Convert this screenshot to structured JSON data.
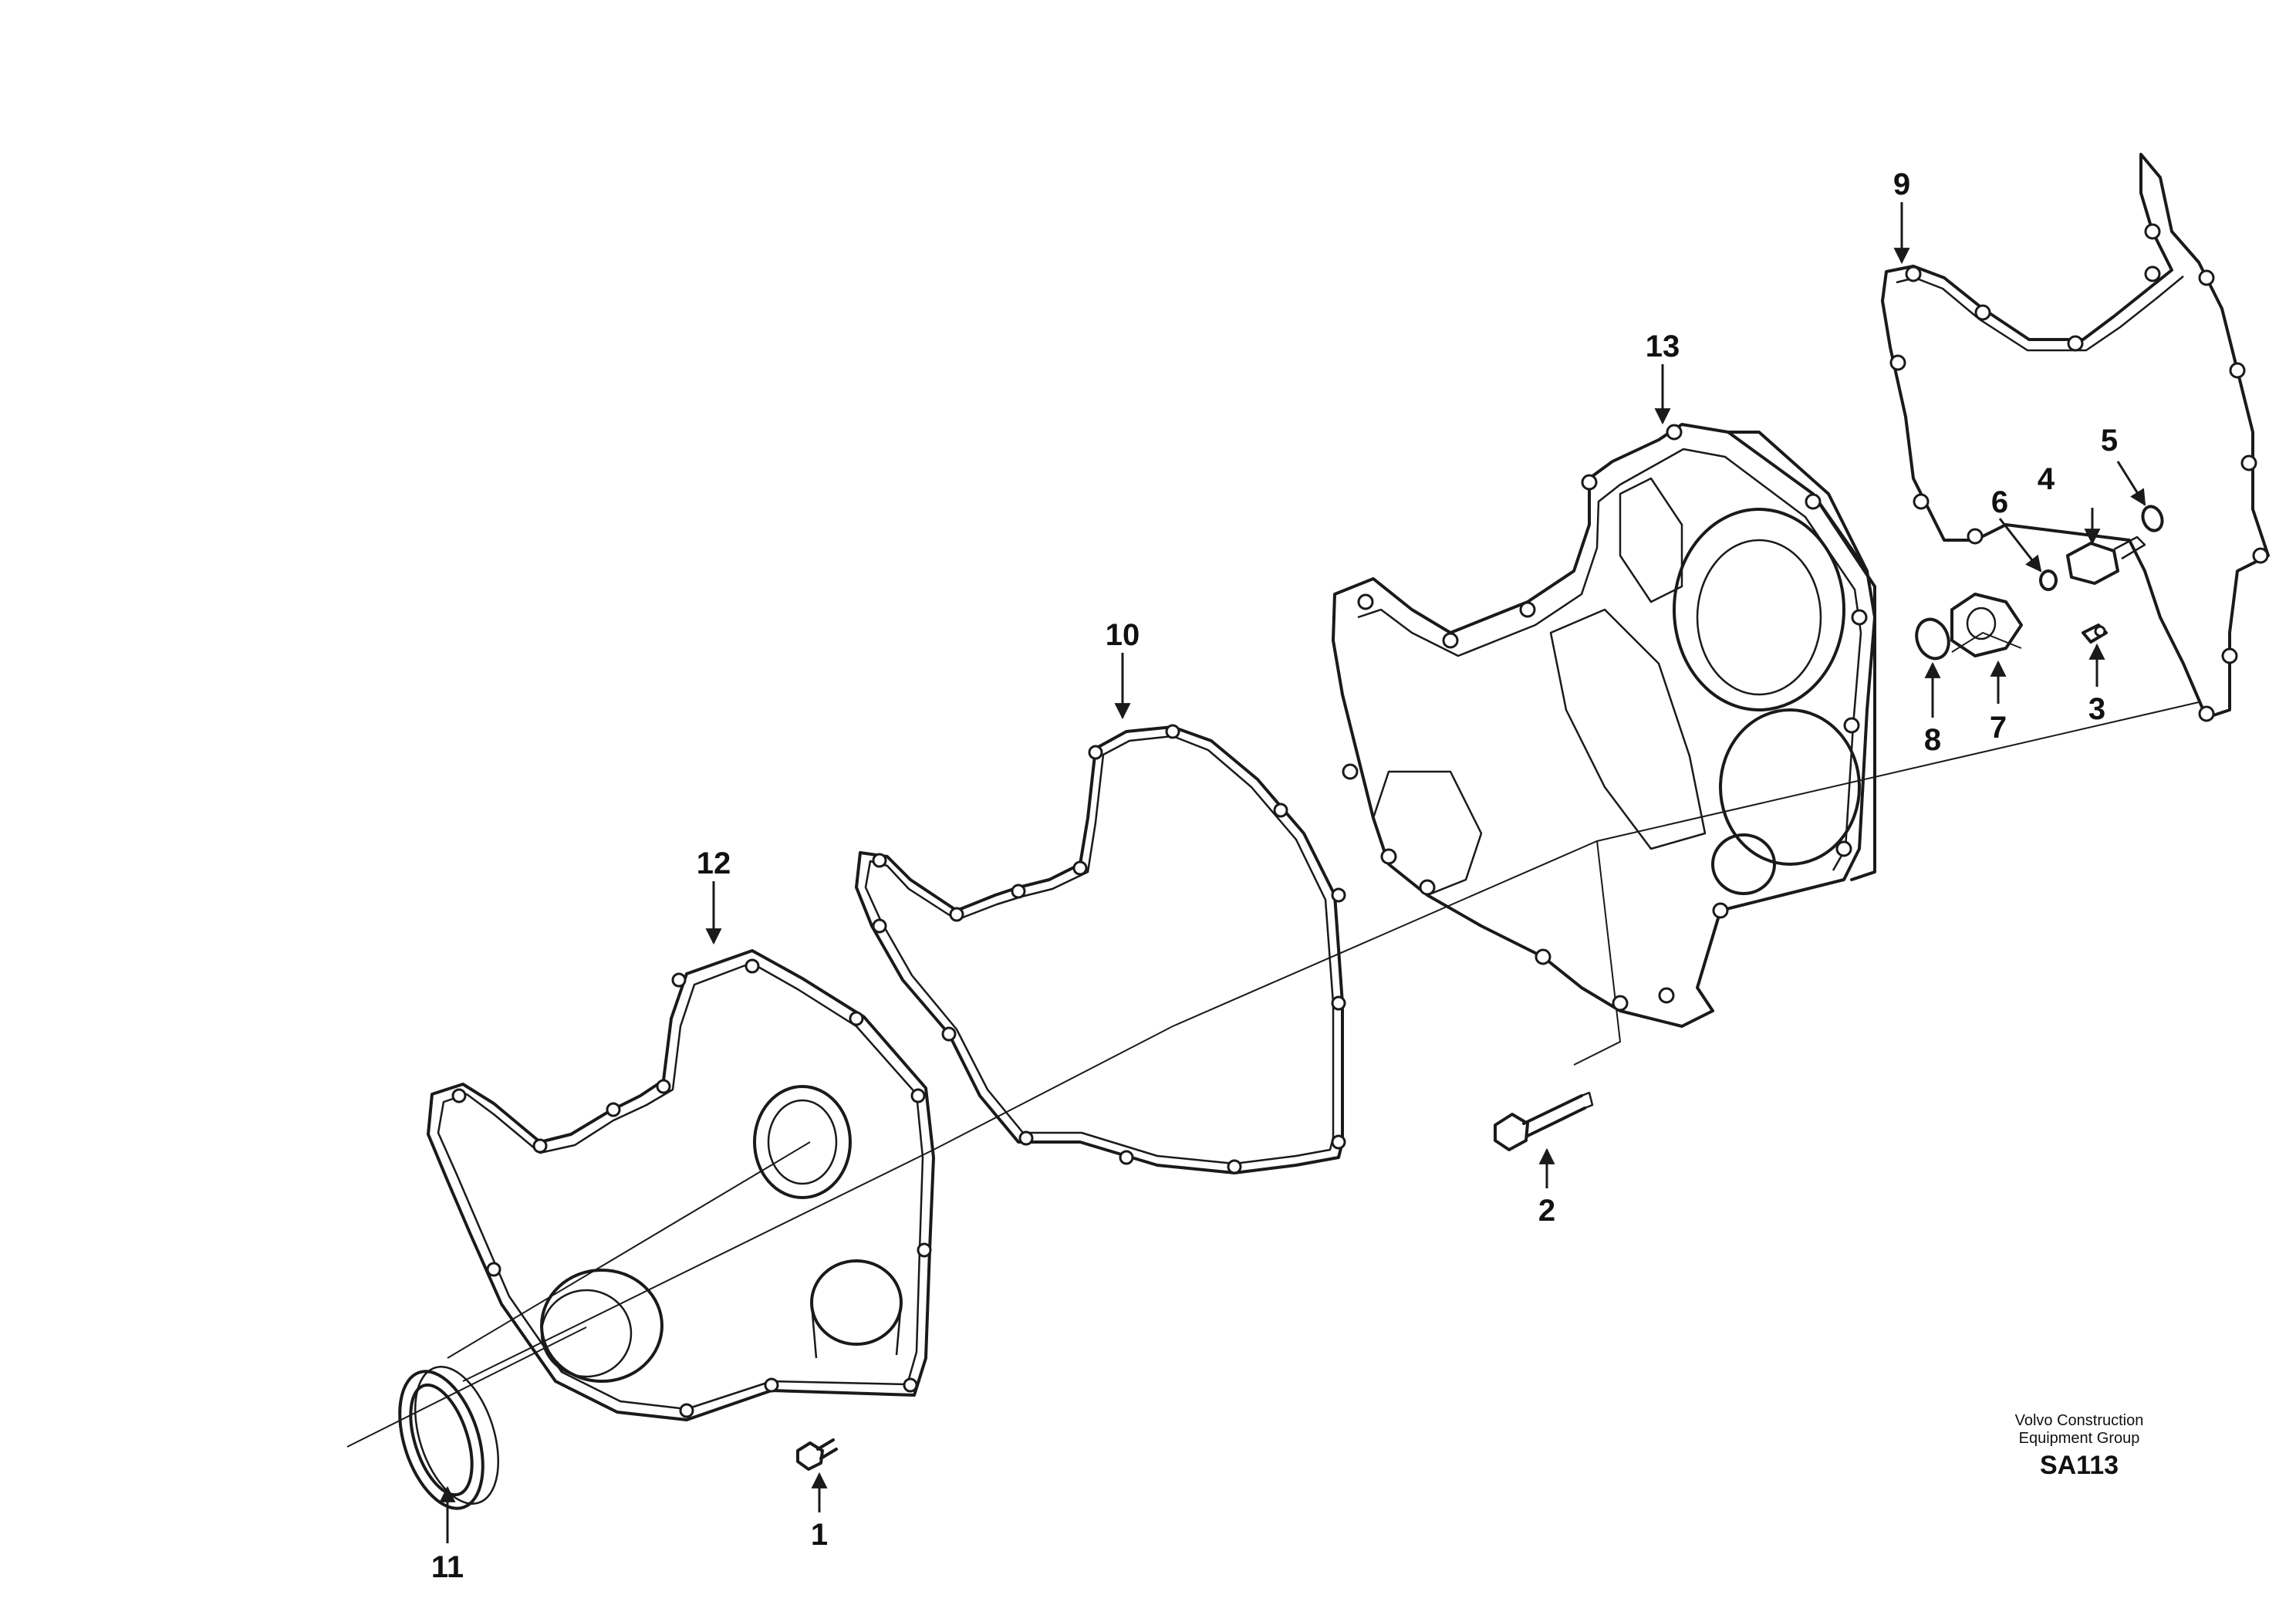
{
  "callouts": {
    "c1": "1",
    "c2": "2",
    "c3": "3",
    "c4": "4",
    "c5": "5",
    "c6": "6",
    "c7": "7",
    "c8": "8",
    "c9": "9",
    "c10": "10",
    "c11": "11",
    "c12": "12",
    "c13": "13"
  },
  "watermark": {
    "line1": "Volvo Construction",
    "line2": "Equipment Group",
    "code": "SA113"
  },
  "colors": {
    "line": "#1a1a1a",
    "background": "#ffffff"
  }
}
